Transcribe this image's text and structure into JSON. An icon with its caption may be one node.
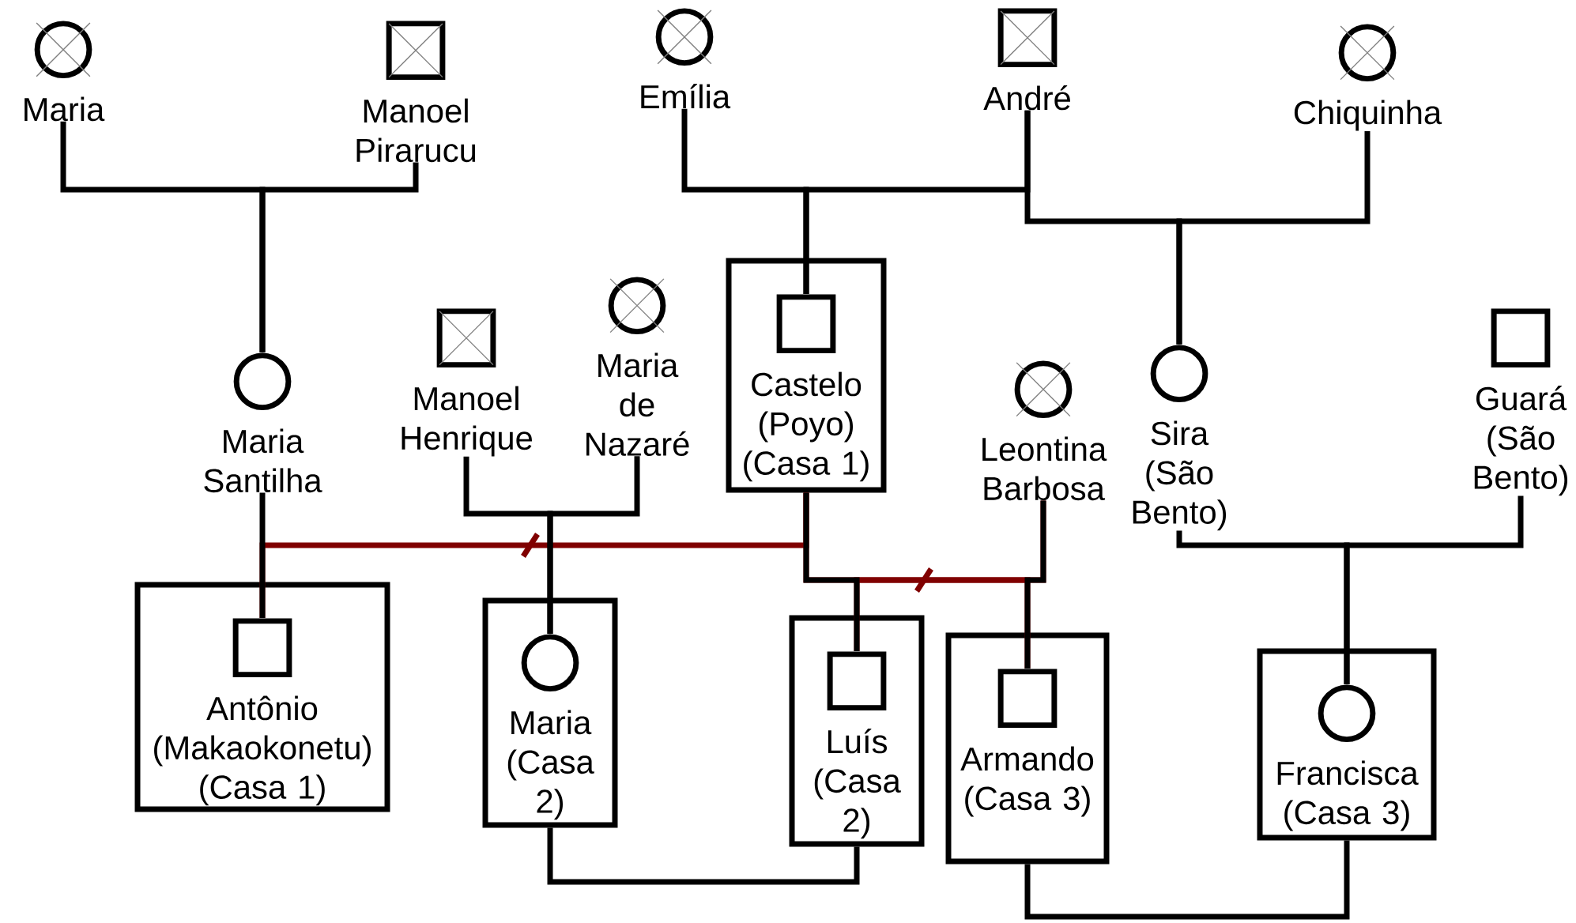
{
  "diagram": {
    "nodes": [
      {
        "text": [
          "Maria"
        ]
      },
      {
        "text": [
          "Manoel Pirarucu"
        ]
      },
      {
        "text": [
          "Emília"
        ]
      },
      {
        "text": [
          "André"
        ]
      },
      {
        "text": [
          "Chiquinha"
        ]
      },
      {
        "text": [
          "Maria Santilha"
        ]
      },
      {
        "text": [
          "Manoel Henrique"
        ]
      },
      {
        "text": [
          "Maria de Nazaré"
        ]
      },
      {
        "text": [],
        "shape": "box"
      },
      {
        "text": [
          "Castelo (Poyo) (Casa 1)"
        ],
        "in": 8
      },
      {
        "text": [
          "Leontina Barbosa"
        ]
      },
      {
        "text": [
          "Sira (São Bento)"
        ]
      },
      {
        "text": [
          "Guará (São Bento)"
        ]
      },
      {
        "text": [],
        "shape": "box"
      },
      {
        "text": [
          "Antônio (Makaokonetu) (Casa 1)"
        ],
        "in": 13
      },
      {
        "text": [],
        "shape": "box"
      },
      {
        "text": [
          "Maria (Casa 2)"
        ],
        "in": 15
      },
      {
        "text": [],
        "shape": "box"
      },
      {
        "text": [
          "Luís (Casa 2)"
        ],
        "in": 17
      },
      {
        "text": [],
        "shape": "box"
      },
      {
        "text": [
          "Armando (Casa 3)"
        ],
        "in": 19
      },
      {
        "text": [],
        "shape": "box"
      },
      {
        "text": [
          "Francisca (Casa 3)"
        ],
        "in": 21
      }
    ],
    "edges": [
      {
        "from": 0,
        "to": 5,
        "arrow": "none"
      },
      {
        "from": 1,
        "to": 5,
        "arrow": "none"
      },
      {
        "from": 2,
        "to": 9,
        "arrow": "none"
      },
      {
        "from": 3,
        "to": 9,
        "arrow": "none"
      },
      {
        "from": 3,
        "to": 11,
        "arrow": "none"
      },
      {
        "from": 4,
        "to": 11,
        "arrow": "none"
      },
      {
        "from": 6,
        "to": 16,
        "arrow": "none"
      },
      {
        "from": 7,
        "to": 16,
        "arrow": "none"
      },
      {
        "from": 5,
        "to": 14,
        "arrow": "none"
      },
      {
        "from": 8,
        "to": 14,
        "arrow": "none",
        "color": "#800000"
      },
      {
        "from": 8,
        "to": 18,
        "arrow": "none"
      },
      {
        "from": 10,
        "to": 18,
        "arrow": "none",
        "color": "#800000"
      },
      {
        "from": 8,
        "to": 20,
        "arrow": "none",
        "color": "#800000"
      },
      {
        "from": 10,
        "to": 20,
        "arrow": "none"
      },
      {
        "from": 11,
        "to": 22,
        "arrow": "none"
      },
      {
        "from": 12,
        "to": 22,
        "arrow": "none"
      },
      {
        "from": 15,
        "to": 17,
        "arrow": "none"
      },
      {
        "from": 19,
        "to": 21,
        "arrow": "none"
      }
    ]
  }
}
